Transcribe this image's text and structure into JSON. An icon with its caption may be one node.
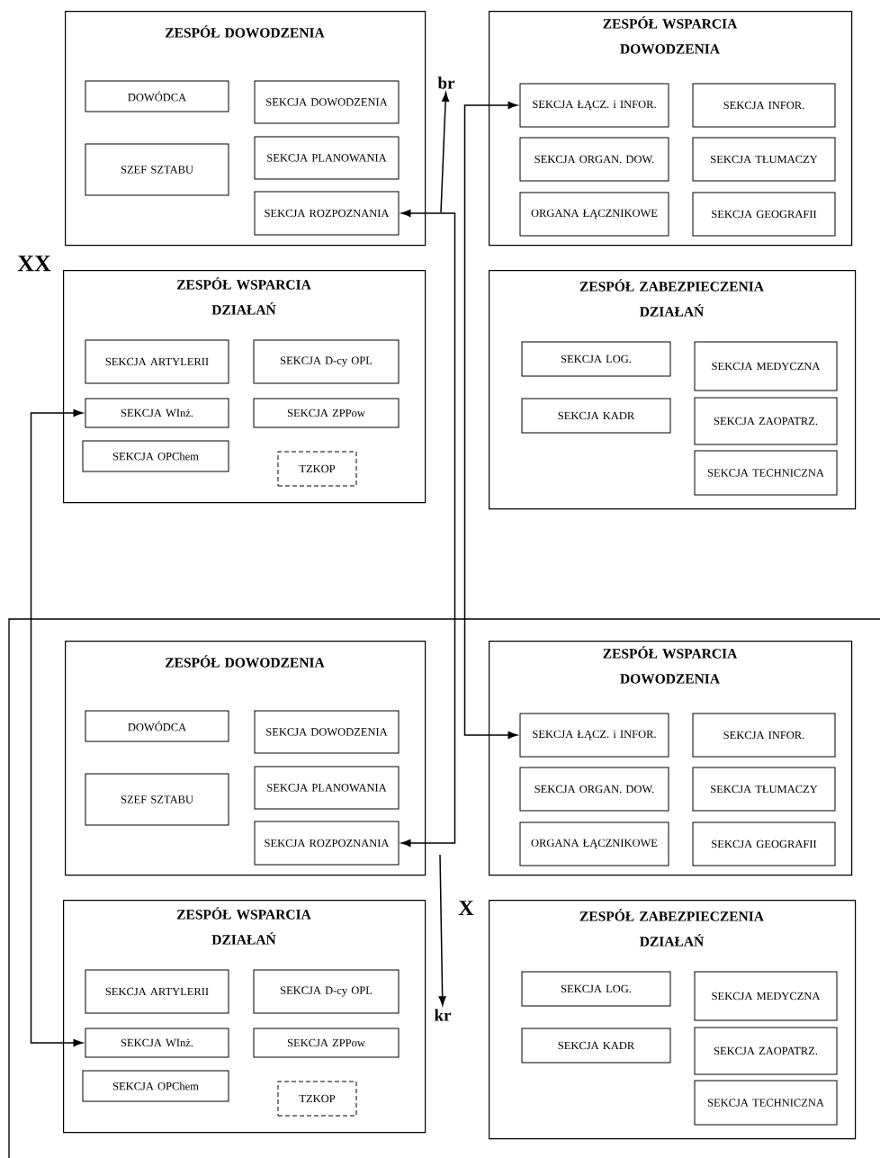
{
  "diagram": {
    "nodes": [
      {
        "text": [
          "ZESPÓŁ DOWODZENIA"
        ]
      },
      {
        "text": [
          "DOWÓDCA"
        ],
        "in": 0
      },
      {
        "text": [
          "SEKCJA DOWODZENIA"
        ],
        "in": 0
      },
      {
        "text": [
          "SZEF SZTABU"
        ],
        "in": 0
      },
      {
        "text": [
          "SEKCJA PLANOWANIA"
        ],
        "in": 0
      },
      {
        "text": [
          "SEKCJA ROZPOZNANIA"
        ],
        "in": 0
      },
      {
        "text": [
          "br"
        ]
      },
      {
        "text": [
          "ZESPÓŁ WSPARCIA DOWODZENIA"
        ]
      },
      {
        "text": [
          "SEKCJA ŁĄCZ. i INFOR."
        ],
        "in": 7
      },
      {
        "text": [
          "SEKCJA INFOR."
        ],
        "in": 7
      },
      {
        "text": [
          "SEKCJA ORGAN. DOW."
        ],
        "in": 7
      },
      {
        "text": [
          "SEKCJA TŁUMACZY"
        ],
        "in": 7
      },
      {
        "text": [
          "ORGANA ŁĄCZNIKOWE"
        ],
        "in": 7
      },
      {
        "text": [
          "SEKCJA GEOGRAFII"
        ],
        "in": 7
      },
      {
        "text": [
          "ZESPÓŁ WSPARCIA DZIAŁAŃ"
        ]
      },
      {
        "text": [
          "SEKCJA ARTYLERII"
        ],
        "in": 14
      },
      {
        "text": [
          "SEKCJA D-cy OPL"
        ],
        "in": 14
      },
      {
        "text": [
          "SEKCJA WInż."
        ],
        "in": 14
      },
      {
        "text": [
          "SEKCJA ZPPow"
        ],
        "in": 14
      },
      {
        "text": [
          "SEKCJA OPChem"
        ],
        "in": 14
      },
      {
        "text": [
          "TZKOP"
        ],
        "in": 14
      },
      {
        "text": [
          "ZESPÓŁ ZABEZPIECZENIA DZIAŁAŃ"
        ]
      },
      {
        "text": [
          "SEKCJA LOG."
        ],
        "in": 21
      },
      {
        "text": [
          "SEKCJA MEDYCZNA"
        ],
        "in": 21
      },
      {
        "text": [
          "SEKCJA KADR"
        ],
        "in": 21
      },
      {
        "text": [
          "SEKCJA ZAOPATRZ."
        ],
        "in": 21
      },
      {
        "text": [
          "SEKCJA TECHNICZNA"
        ],
        "in": 21
      },
      {
        "text": [
          "ZESPÓŁ DOWODZENIA"
        ]
      },
      {
        "text": [
          "DOWÓDCA"
        ],
        "in": 27
      },
      {
        "text": [
          "SEKCJA DOWODZENIA"
        ],
        "in": 27
      },
      {
        "text": [
          "SZEF SZTABU"
        ],
        "in": 27
      },
      {
        "text": [
          "SEKCJA PLANOWANIA"
        ],
        "in": 27
      },
      {
        "text": [
          "SEKCJA ROZPOZNANIA"
        ],
        "in": 27
      },
      {
        "text": [
          "ZESPÓŁ WSPARCIA DOWODZENIA"
        ]
      },
      {
        "text": [
          "SEKCJA ŁĄCZ. i INFOR."
        ],
        "in": 33
      },
      {
        "text": [
          "SEKCJA INFOR."
        ],
        "in": 33
      },
      {
        "text": [
          "SEKCJA ORGAN. DOW."
        ],
        "in": 33
      },
      {
        "text": [
          "SEKCJA TŁUMACZY"
        ],
        "in": 33
      },
      {
        "text": [
          "ORGANA ŁĄCZNIKOWE"
        ],
        "in": 33
      },
      {
        "text": [
          "SEKCJA GEOGRAFII"
        ],
        "in": 33
      },
      {
        "text": [
          "ZESPÓŁ WSPARCIA DZIAŁAŃ"
        ]
      },
      {
        "text": [
          "SEKCJA ARTYLERII"
        ],
        "in": 40
      },
      {
        "text": [
          "SEKCJA D-cy OPL"
        ],
        "in": 40
      },
      {
        "text": [
          "SEKCJA WInż."
        ],
        "in": 40
      },
      {
        "text": [
          "SEKCJA ZPPow"
        ],
        "in": 40
      },
      {
        "text": [
          "SEKCJA OPChem"
        ],
        "in": 40
      },
      {
        "text": [
          "TZKOP"
        ],
        "in": 40
      },
      {
        "text": [
          "ZESPÓŁ ZABEZPIECZENIA DZIAŁAŃ"
        ]
      },
      {
        "text": [
          "SEKCJA LOG."
        ],
        "in": 47
      },
      {
        "text": [
          "SEKCJA MEDYCZNA"
        ],
        "in": 47
      },
      {
        "text": [
          "SEKCJA KADR"
        ],
        "in": 47
      },
      {
        "text": [
          "SEKCJA ZAOPATRZ."
        ],
        "in": 47
      },
      {
        "text": [
          "SEKCJA TECHNICZNA"
        ],
        "in": 47
      },
      {
        "text": [
          "kr"
        ]
      }
    ],
    "edges": [
      {
        "from": 8,
        "to": 34,
        "arrow": "both"
      },
      {
        "from": 5,
        "to": 32,
        "arrow": "both"
      },
      {
        "from": 17,
        "to": 43,
        "arrow": "both"
      },
      {
        "from": null,
        "to": 6,
        "arrow": "to"
      },
      {
        "from": null,
        "to": 53,
        "arrow": "to"
      }
    ],
    "labels": [
      "XX",
      "X"
    ]
  }
}
